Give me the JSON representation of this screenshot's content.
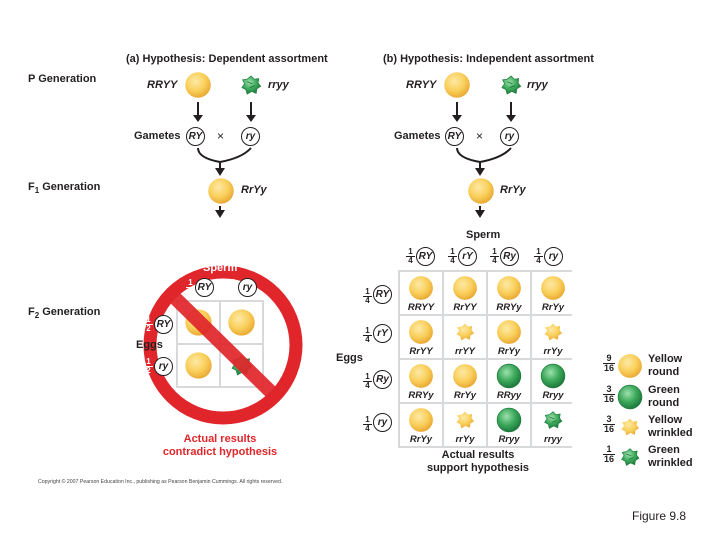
{
  "panel_a_title": "(a) Hypothesis: Dependent assortment",
  "panel_b_title": "(b) Hypothesis: Independent assortment",
  "generations": {
    "p": "P Generation",
    "f1_pre": "F",
    "f1_sub": "1",
    "f1_post": " Generation",
    "f2_pre": "F",
    "f2_sub": "2",
    "f2_post": " Generation"
  },
  "gametes_label": "Gametes",
  "cross_symbol": "×",
  "parents": {
    "yellow_round": "RRYY",
    "green_wrinkled": "rryy"
  },
  "gametes": {
    "dominant": "RY",
    "recessive": "ry"
  },
  "f1_genotype": "RrYy",
  "sperm_label": "Sperm",
  "eggs_label": "Eggs",
  "fractions": {
    "half_num": "1",
    "half_den": "2",
    "quarter_num": "1",
    "quarter_den": "4"
  },
  "panel_a": {
    "sperm": [
      "RY",
      "ry"
    ],
    "eggs": [
      "RY",
      "ry"
    ],
    "result_line1": "Actual results",
    "result_line2": "contradict hypothesis"
  },
  "panel_b": {
    "sperm": [
      "RY",
      "rY",
      "Ry",
      "ry"
    ],
    "eggs": [
      "RY",
      "rY",
      "Ry",
      "ry"
    ],
    "grid": [
      [
        "RRYY",
        "RrYY",
        "RRYy",
        "RrYy"
      ],
      [
        "RrYY",
        "rrYY",
        "RrYy",
        "rrYy"
      ],
      [
        "RRYy",
        "RrYy",
        "RRyy",
        "Rryy"
      ],
      [
        "RrYy",
        "rrYy",
        "Rryy",
        "rryy"
      ]
    ],
    "phenotypes": [
      [
        "yellow-round",
        "yellow-round",
        "yellow-round",
        "yellow-round"
      ],
      [
        "yellow-round",
        "yellow-wrinkled",
        "yellow-round",
        "yellow-wrinkled"
      ],
      [
        "yellow-round",
        "yellow-round",
        "green-round",
        "green-round"
      ],
      [
        "yellow-round",
        "yellow-wrinkled",
        "green-round",
        "green-wrinkled"
      ]
    ],
    "result_line1": "Actual results",
    "result_line2": "support hypothesis"
  },
  "legend": [
    {
      "num": "9",
      "den": "16",
      "line1": "Yellow",
      "line2": "round"
    },
    {
      "num": "3",
      "den": "16",
      "line1": "Green",
      "line2": "round"
    },
    {
      "num": "3",
      "den": "16",
      "line1": "Yellow",
      "line2": "wrinkled"
    },
    {
      "num": "1",
      "den": "16",
      "line1": "Green",
      "line2": "wrinkled"
    }
  ],
  "copyright": "Copyright © 2007 Pearson Education Inc., publishing as Pearson Benjamin Cummings. All rights reserved.",
  "figure_label": "Figure 9.8",
  "colors": {
    "yellow": "#f9cf5a",
    "yellow_edge": "#e4a935",
    "green": "#3daa5c",
    "green_edge": "#1f7a3d",
    "red": "#e0262b",
    "grid_bg": "#d8d9db"
  }
}
